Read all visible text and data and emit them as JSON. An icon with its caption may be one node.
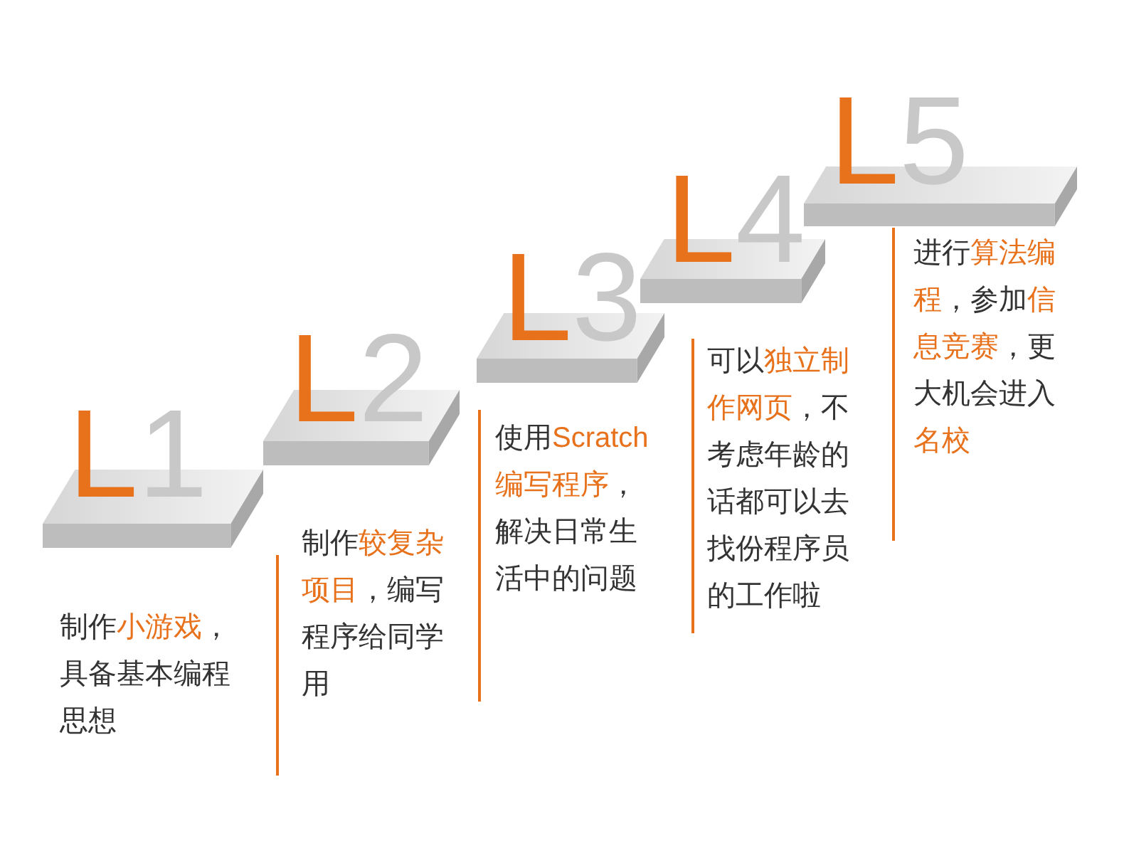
{
  "diagram": {
    "nodes": [
      {
        "text": [
          "L1"
        ],
        "beside": [
          "制作**小游戏**，具备基本编程思想"
        ]
      },
      {
        "text": [
          "L2"
        ],
        "beside": [
          "制作**较复杂项目**，编写程序给同学用"
        ]
      },
      {
        "text": [
          "L3"
        ],
        "beside": [
          "使用**Scratch编写程序**，解决日常生活中的问题"
        ]
      },
      {
        "text": [
          "L4"
        ],
        "beside": [
          "可以**独立制作网页**，不考虑年龄的话都可以去找份程序员的工作啦"
        ]
      },
      {
        "text": [
          "L5"
        ],
        "beside": [
          "进行**算法编程**，参加**信息竞赛**，更大机会进入**名校**"
        ]
      }
    ],
    "edges": []
  }
}
